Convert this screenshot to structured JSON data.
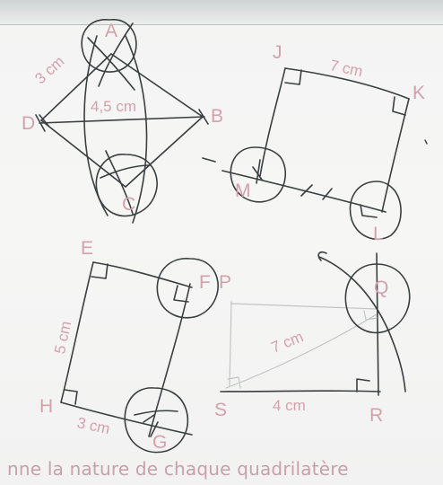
{
  "colors": {
    "ink": "#3a3f40",
    "label": "#d4a1ab",
    "faint": "#c3c6c6"
  },
  "figure1": {
    "points": {
      "A": "A",
      "B": "B",
      "C": "C",
      "D": "D"
    },
    "measures": {
      "side": "3 cm",
      "diagonal": "4,5 cm"
    }
  },
  "figure2": {
    "points": {
      "J": "J",
      "K": "K",
      "L": "L",
      "M": "M"
    },
    "measures": {
      "side": "7 cm"
    }
  },
  "figure3": {
    "points": {
      "E": "E",
      "F": "F",
      "G": "G",
      "H": "H"
    },
    "measures": {
      "side_left": "5 cm",
      "side_bottom": "3 cm"
    }
  },
  "figure4": {
    "points": {
      "P": "P",
      "Q": "Q",
      "R": "R",
      "S": "S"
    },
    "measures": {
      "diagonal": "7 cm",
      "side": "4 cm"
    }
  },
  "caption": "nne la nature de chaque quadrilatère"
}
